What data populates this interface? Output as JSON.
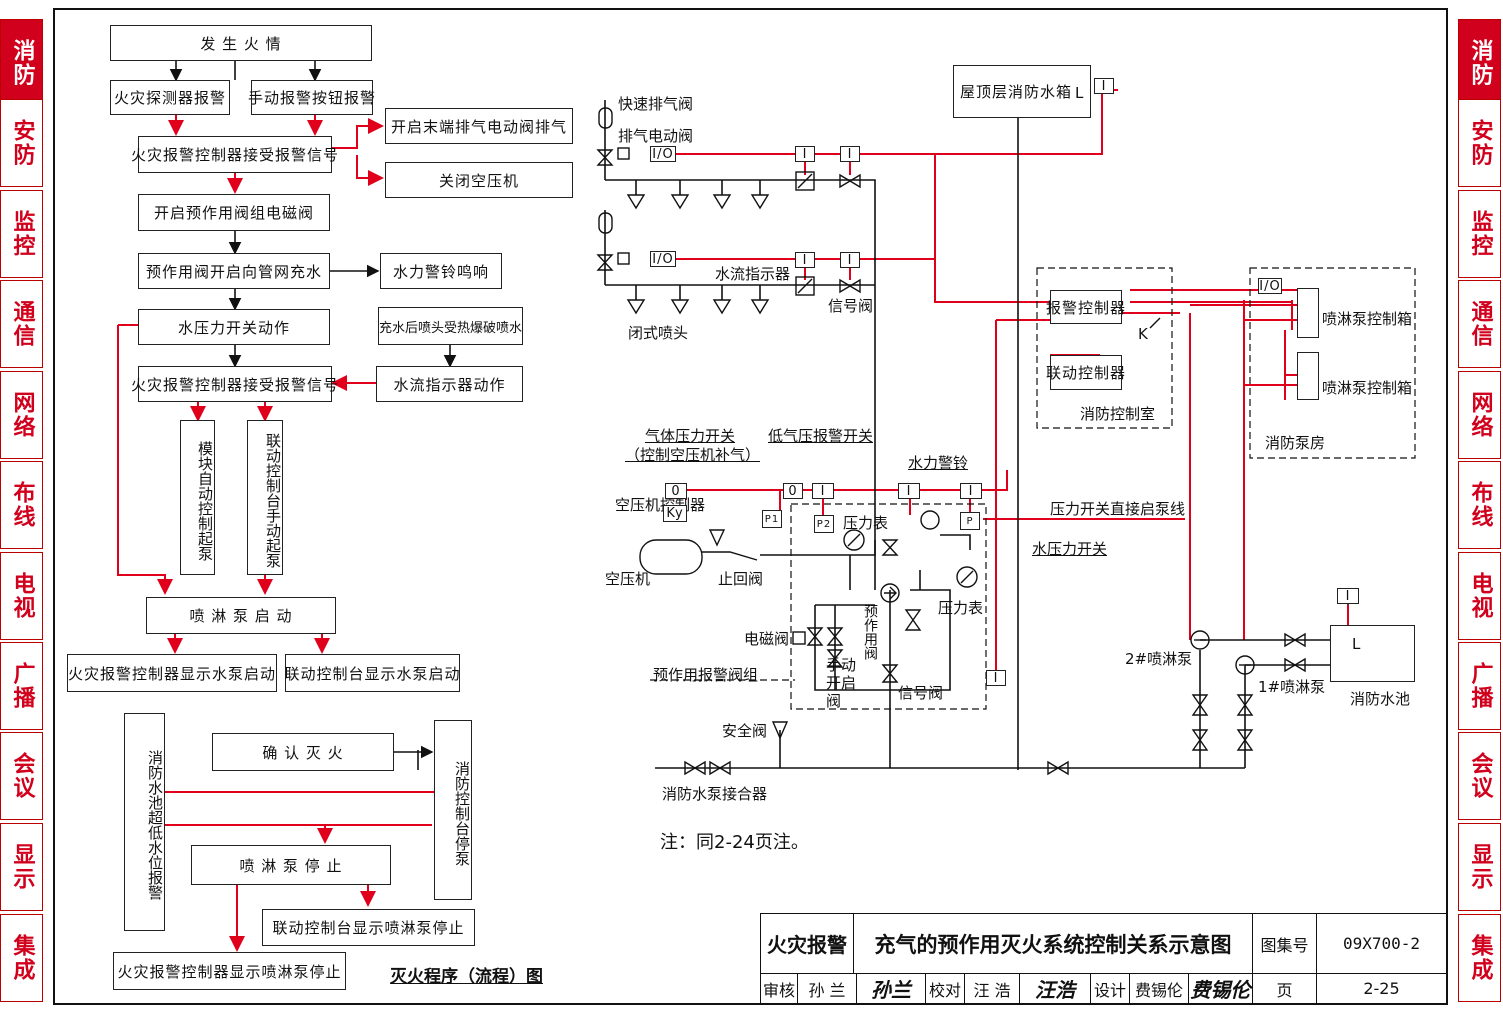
{
  "side_tabs": [
    "消防",
    "安防",
    "监控",
    "通信",
    "网络",
    "布线",
    "电视",
    "广播",
    "会议",
    "显示",
    "集成"
  ],
  "active_tab": "消防",
  "flow": {
    "fire_occurs": "发 生 火 情",
    "detector_alarm": "火灾探测器报警",
    "manual_alarm": "手动报警按钮报警",
    "controller_receive": "火灾报警控制器接受报警信号",
    "open_exhaust": "开启末端排气电动阀排气",
    "close_compressor": "关闭空压机",
    "open_solenoid": "开启预作用阀组电磁阀",
    "valve_fill": "预作用阀开启向管网充水",
    "bell_ring": "水力警铃鸣响",
    "pressure_switch": "水压力开关动作",
    "nozzle_burst": "充水后喷头受热爆破喷水",
    "controller_receive2": "火灾报警控制器接受报警信号",
    "flow_indicator": "水流指示器动作",
    "module_auto": "模块自动控制起泵",
    "console_manual": "联动控制台手动起泵",
    "pump_start": "喷 淋 泵 启 动",
    "ctrl_show_start": "火灾报警控制器显示水泵启动",
    "console_show_start": "联动控制台显示水泵启动",
    "pool_low": "消防水池超低水位报警",
    "confirm": "确 认 灭 火",
    "console_stop": "消防控制台停泵",
    "pump_stop": "喷 淋 泵 停 止",
    "console_show_stop": "联动控制台显示喷淋泵停止",
    "ctrl_show_stop": "火灾报警控制器显示喷淋泵停止",
    "caption": "灭火程序（流程）图"
  },
  "schematic": {
    "fast_exhaust": "快速排气阀",
    "exhaust_motor": "排气电动阀",
    "io": "I/O",
    "roof_tank": "屋顶层消防水箱",
    "flow_indicator": "水流指示器",
    "closed_nozzle": "闭式喷头",
    "signal_valve": "信号阀",
    "alarm_controller": "报警控制器",
    "linkage_controller": "联动控制器",
    "control_room": "消防控制室",
    "k": "K",
    "pump_box1": "喷淋泵控制箱",
    "pump_box2": "喷淋泵控制箱",
    "pump_room": "消防泵房",
    "gas_switch": "气体压力开关",
    "gas_switch_note": "（控制空压机补气）",
    "low_pressure_switch": "低气压报警开关",
    "bell": "水力警铃",
    "compressor_ctrl": "空压机控制器",
    "ky": "Ky",
    "gauge1": "压力表",
    "gauge2": "压力表",
    "direct_line": "压力开关直接启泵线",
    "water_switch": "水压力开关",
    "compressor": "空压机",
    "check_valve": "止回阀",
    "preaction_valve": "预作用阀",
    "solenoid": "电磁阀",
    "manual_open": "手动开启阀",
    "signal_valve2": "信号阀",
    "valve_group": "预作用报警阀组",
    "pump2": "2#喷淋泵",
    "pump1": "1#喷淋泵",
    "pool": "消防水池",
    "safety_valve": "安全阀",
    "connector": "消防水泵接合器",
    "p1": "P1",
    "p2": "P2",
    "p": "P",
    "zero": "0",
    "one": "I",
    "L": "L",
    "note": "注：同2-24页注。"
  },
  "title_block": {
    "category": "火灾报警",
    "title": "充气的预作用灭火系统控制关系示意图",
    "atlas_label": "图集号",
    "atlas_no": "09X700-2",
    "review_label": "审核",
    "reviewer": "孙 兰",
    "check_label": "校对",
    "checker": "汪 浩",
    "design_label": "设计",
    "designer": "费锡伦",
    "page_label": "页",
    "page_no": "2-25"
  },
  "colors": {
    "red": "#e0001b",
    "black": "#111111",
    "tab_red": "#d1001c"
  }
}
